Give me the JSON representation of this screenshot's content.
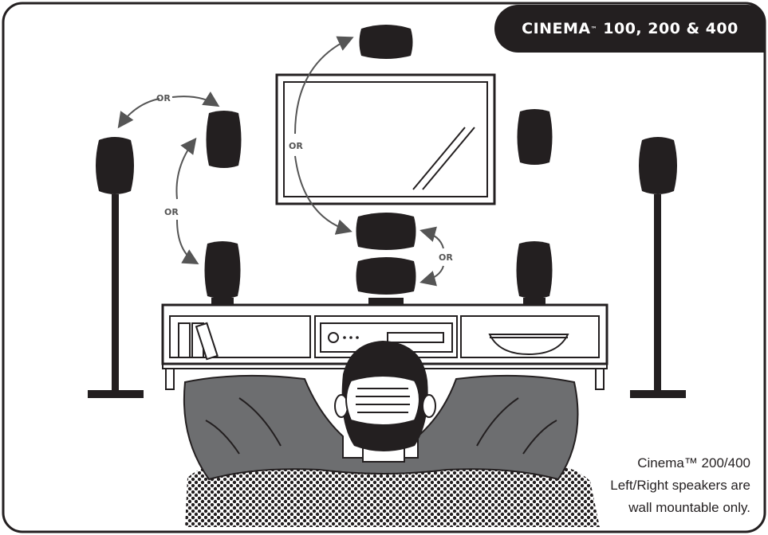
{
  "badge": {
    "brand": "CINEMA",
    "trademark": "™",
    "models": " 100, 200 & 400"
  },
  "or_labels": [
    "OR",
    "OR",
    "OR",
    "OR"
  ],
  "caption": {
    "line1": "Cinema™ 200/400",
    "line2": "Left/Right speakers are",
    "line3": "wall mountable only."
  },
  "colors": {
    "ink": "#231f20",
    "arrow": "#555555",
    "shirt": "#6d6e70",
    "background": "#ffffff"
  },
  "icons": {
    "speaker": "speaker-icon",
    "tv": "television-icon",
    "person": "person-icon",
    "receiver": "av-receiver-icon"
  }
}
